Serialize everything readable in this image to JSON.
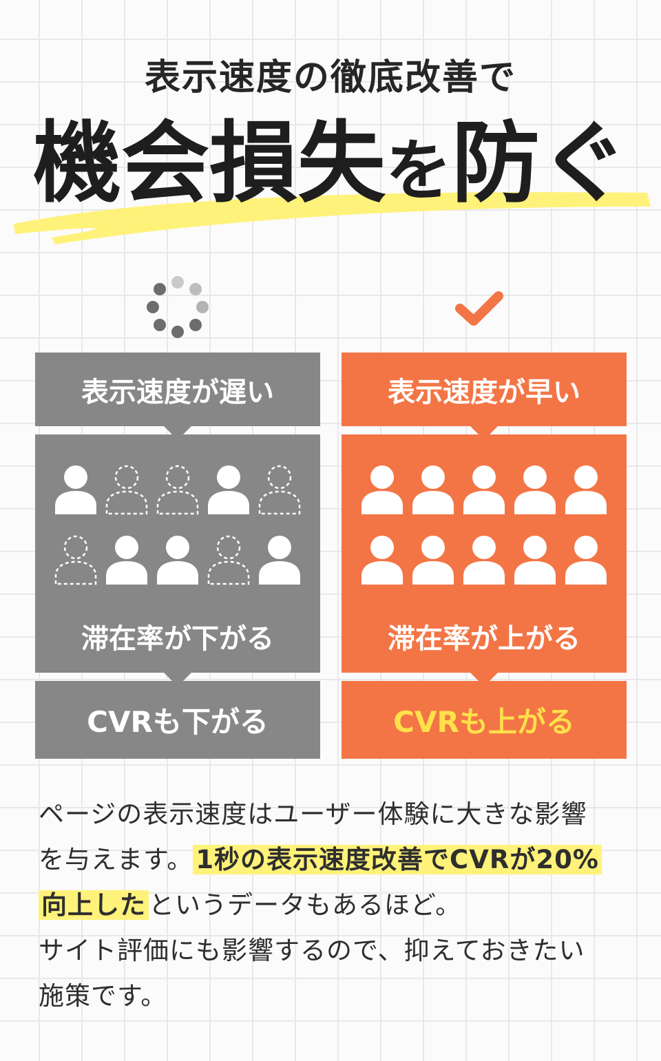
{
  "heading": {
    "subtitle": "表示速度の徹底改善で",
    "main_part1": "機会損失",
    "main_particle": "を",
    "main_part2": "防ぐ"
  },
  "colors": {
    "gray": "#878787",
    "orange": "#f37546",
    "highlight": "#fff27a",
    "accent_text": "#ffe14a"
  },
  "left_column": {
    "status_icon": "loading-spinner-icon",
    "top_label": "表示速度が遅い",
    "middle_label": "滞在率が下がる",
    "bottom_label": "CVRも下がる",
    "people": [
      "solid",
      "dashed",
      "dashed",
      "solid",
      "dashed",
      "dashed",
      "solid",
      "solid",
      "dashed",
      "solid"
    ]
  },
  "right_column": {
    "status_icon": "checkmark-icon",
    "top_label": "表示速度が早い",
    "middle_label": "滞在率が上がる",
    "bottom_label": "CVRも上がる",
    "people": [
      "solid",
      "solid",
      "solid",
      "solid",
      "solid",
      "solid",
      "solid",
      "solid",
      "solid",
      "solid"
    ]
  },
  "body": {
    "line1": "ページの表示速度はユーザー体験に大きな影響",
    "line2a": "を与えます。",
    "line2b_highlight": "1秒の表示速度改善でCVRが20%",
    "line3a_highlight": "向上した",
    "line3b": "というデータもあるほど。",
    "line4": "サイト評価にも影響するので、抑えておきたい",
    "line5": "施策です。"
  }
}
